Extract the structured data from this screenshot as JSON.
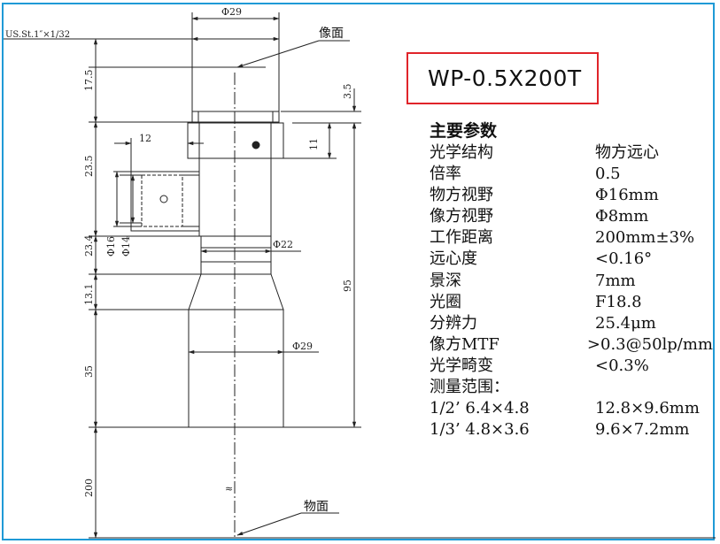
{
  "product_model": "WP-0.5X200T",
  "drawing": {
    "thread_note": "US.St.1″×1/32",
    "image_plane_label": "像面",
    "object_plane_label": "物面",
    "dims": {
      "top_diameter": "Φ29",
      "flange_height": "3.5",
      "seg_17_5": "17.5",
      "seg_23_5": "23.5",
      "seg_23_4": "23.4",
      "seg_13_1": "13.1",
      "seg_35": "35",
      "seg_200": "200",
      "total_95": "95",
      "side_12": "12",
      "side_11": "11",
      "phi16": "Φ16",
      "phi14": "Φ14",
      "phi22": "Φ22",
      "phi29_lower": "Φ29",
      "break_mark": "≈"
    }
  },
  "specs": {
    "heading": "主要参数",
    "rows": [
      {
        "key": "光学结构",
        "value": "物方远心"
      },
      {
        "key": "倍率",
        "value": "0.5"
      },
      {
        "key": "物方视野",
        "value": "Φ16mm"
      },
      {
        "key": "像方视野",
        "value": "Φ8mm"
      },
      {
        "key": "工作距离",
        "value": "200mm±3%"
      },
      {
        "key": "远心度",
        "value": "<0.16°"
      },
      {
        "key": "景深",
        "value": "7mm"
      },
      {
        "key": "光圈",
        "value": "F18.8"
      },
      {
        "key": "分辨力",
        "value": "25.4μm"
      },
      {
        "key": "像方MTF",
        "value": ">0.3@50lp/mm"
      },
      {
        "key": "光学畸变",
        "value": "<0.3%"
      },
      {
        "key": "测量范围：",
        "value": ""
      },
      {
        "key": "1/2’ 6.4×4.8",
        "value": "12.8×9.6mm"
      },
      {
        "key": "1/3’ 4.8×3.6",
        "value": "9.6×7.2mm"
      }
    ]
  },
  "colors": {
    "frame": "#1f9ad6",
    "title_border": "#e0242a"
  }
}
